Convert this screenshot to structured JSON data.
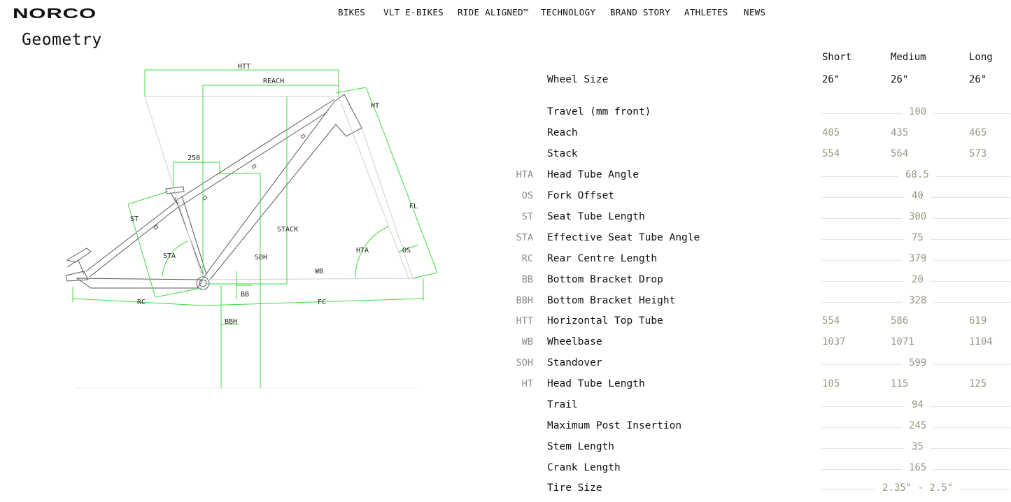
{
  "brand": {
    "name": "NORCO"
  },
  "nav": {
    "items": [
      "BIKES",
      "VLT E-BIKES",
      "RIDE ALIGNED™",
      "TECHNOLOGY",
      "BRAND STORY",
      "ATHLETES",
      "NEWS"
    ]
  },
  "page": {
    "title": "Geometry"
  },
  "diagram": {
    "labels": {
      "htt": "HTT",
      "reach": "REACH",
      "ht": "HT",
      "d250": "250",
      "st": "ST",
      "sta": "STA",
      "stack": "STACK",
      "soh": "SOH",
      "fl": "FL",
      "hta": "HTA",
      "os": "OS",
      "wb": "WB",
      "rc": "RC",
      "bb": "BB",
      "fc": "FC",
      "bbh": "BBH"
    },
    "accent_color": "#3ddc3d"
  },
  "table": {
    "sizes": [
      "Short",
      "Medium",
      "Long"
    ],
    "rows": [
      {
        "abbr": "",
        "label": "Wheel Size",
        "values": [
          "26\"",
          "26\"",
          "26\""
        ]
      },
      {
        "abbr": "",
        "label": "Travel (mm front)",
        "single": "100"
      },
      {
        "abbr": "",
        "label": "Reach",
        "values": [
          "405",
          "435",
          "465"
        ]
      },
      {
        "abbr": "",
        "label": "Stack",
        "values": [
          "554",
          "564",
          "573"
        ]
      },
      {
        "abbr": "HTA",
        "label": "Head Tube Angle",
        "single": "68.5"
      },
      {
        "abbr": "OS",
        "label": "Fork Offset",
        "single": "40"
      },
      {
        "abbr": "ST",
        "label": "Seat Tube Length",
        "single": "300"
      },
      {
        "abbr": "STA",
        "label": "Effective Seat Tube Angle",
        "single": "75"
      },
      {
        "abbr": "RC",
        "label": "Rear Centre Length",
        "single": "379"
      },
      {
        "abbr": "BB",
        "label": "Bottom Bracket Drop",
        "single": "20"
      },
      {
        "abbr": "BBH",
        "label": "Bottom Bracket Height",
        "single": "328"
      },
      {
        "abbr": "HTT",
        "label": "Horizontal Top Tube",
        "values": [
          "554",
          "586",
          "619"
        ]
      },
      {
        "abbr": "WB",
        "label": "Wheelbase",
        "values": [
          "1037",
          "1071",
          "1104"
        ]
      },
      {
        "abbr": "SOH",
        "label": "Standover",
        "single": "599"
      },
      {
        "abbr": "HT",
        "label": "Head Tube Length",
        "values": [
          "105",
          "115",
          "125"
        ]
      },
      {
        "abbr": "",
        "label": "Trail",
        "single": "94"
      },
      {
        "abbr": "",
        "label": "Maximum Post Insertion",
        "single": "245"
      },
      {
        "abbr": "",
        "label": "Stem Length",
        "single": "35"
      },
      {
        "abbr": "",
        "label": "Crank Length",
        "single": "165"
      },
      {
        "abbr": "",
        "label": "Tire Size",
        "single": "2.35\" - 2.5\""
      }
    ]
  }
}
